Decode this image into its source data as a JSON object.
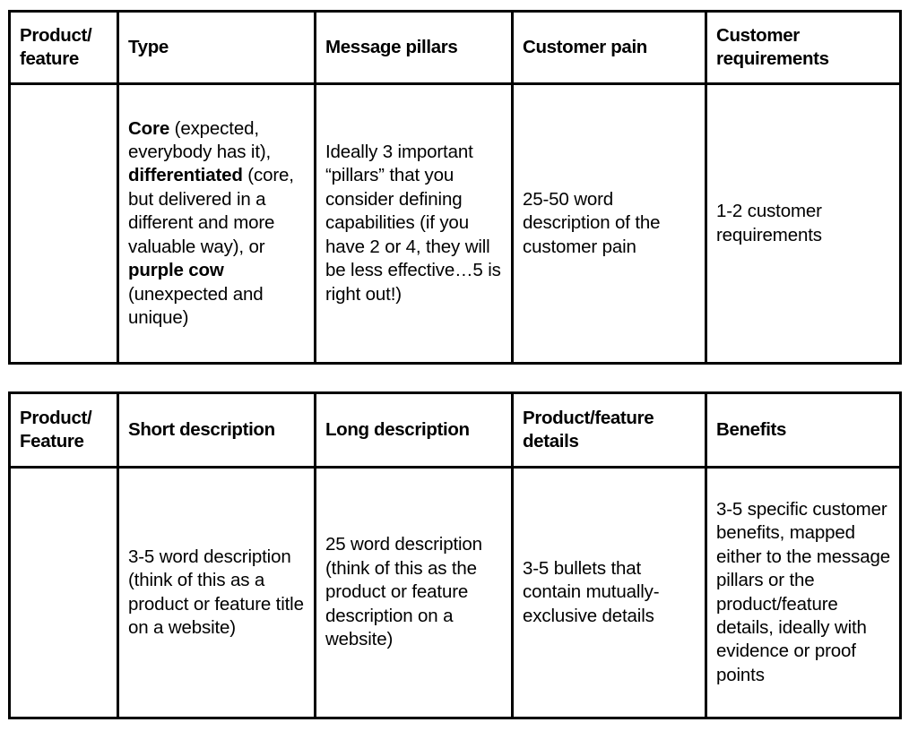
{
  "document": {
    "title": "Product Messaging Framework Tables",
    "background_color": "#ffffff",
    "text_color": "#000000",
    "border_color": "#000000"
  },
  "tables": [
    {
      "name": "message-framework",
      "headers": [
        "Product/\nfeature",
        "Type",
        "Message pillars",
        "Customer pain",
        "Customer requirements"
      ],
      "rows": [
        {
          "product_feature": "",
          "type": "Core (expected, everybody has it), differentiated (core, but delivered in a different and more valuable way), or purple cow (unexpected and unique)",
          "type_bold_terms": [
            "Core",
            "differentiated",
            "purple cow"
          ],
          "message_pillars": "Ideally 3 important “pillars” that you consider defining capabilities (if you have 2 or 4, they will be less effective…5 is right out!)",
          "customer_pain": "25-50 word description of the customer pain",
          "customer_requirements": "1-2 customer requirements"
        }
      ]
    },
    {
      "name": "content-framework",
      "headers": [
        "Product/\nFeature",
        "Short description",
        "Long description",
        "Product/feature details",
        "Benefits"
      ],
      "rows": [
        {
          "product_feature": "",
          "short_description": "3-5 word description (think of this as a product or feature title on a website)",
          "long_description": "25 word description (think of this as the product or feature description on a website)",
          "product_feature_details": "3-5 bullets that contain mutually-exclusive details",
          "benefits": "3-5 specific customer benefits, mapped either to the message pillars or the product/feature details, ideally with evidence or proof points"
        }
      ]
    }
  ],
  "t1": {
    "h0_line1": "Product/",
    "h0_line2": "feature",
    "h1": "Type",
    "h2": "Message pillars",
    "h3": "Customer pain",
    "h4_line1": "Customer",
    "h4_line2": "requirements",
    "c0": "",
    "c1_b1": "Core",
    "c1_t1": " (expected, everybody has it), ",
    "c1_b2": "differentiated",
    "c1_t2": " (core, but delivered in a different and more valuable way), or ",
    "c1_b3": "purple cow",
    "c1_t3": " (unexpected and unique)",
    "c2": "Ideally 3 important “pillars” that you consider defining capabilities (if you have 2 or 4, they will be less effective…5 is right out!)",
    "c3": "25-50 word description of the customer pain",
    "c4": "1-2 customer requirements"
  },
  "t2": {
    "h0_line1": "Product/",
    "h0_line2": "Feature",
    "h1": "Short description",
    "h2": "Long description",
    "h3_line1": "Product/feature",
    "h3_line2": "details",
    "h4": "Benefits",
    "c0": "",
    "c1": "3-5 word description (think of this as a product or feature title on a website)",
    "c2": "25 word description (think of this as the product or feature description on a website)",
    "c3": "3-5 bullets that contain mutually-exclusive details",
    "c4": "3-5 specific customer benefits, mapped either to the message pillars or the product/feature details, ideally with evidence or proof points"
  }
}
